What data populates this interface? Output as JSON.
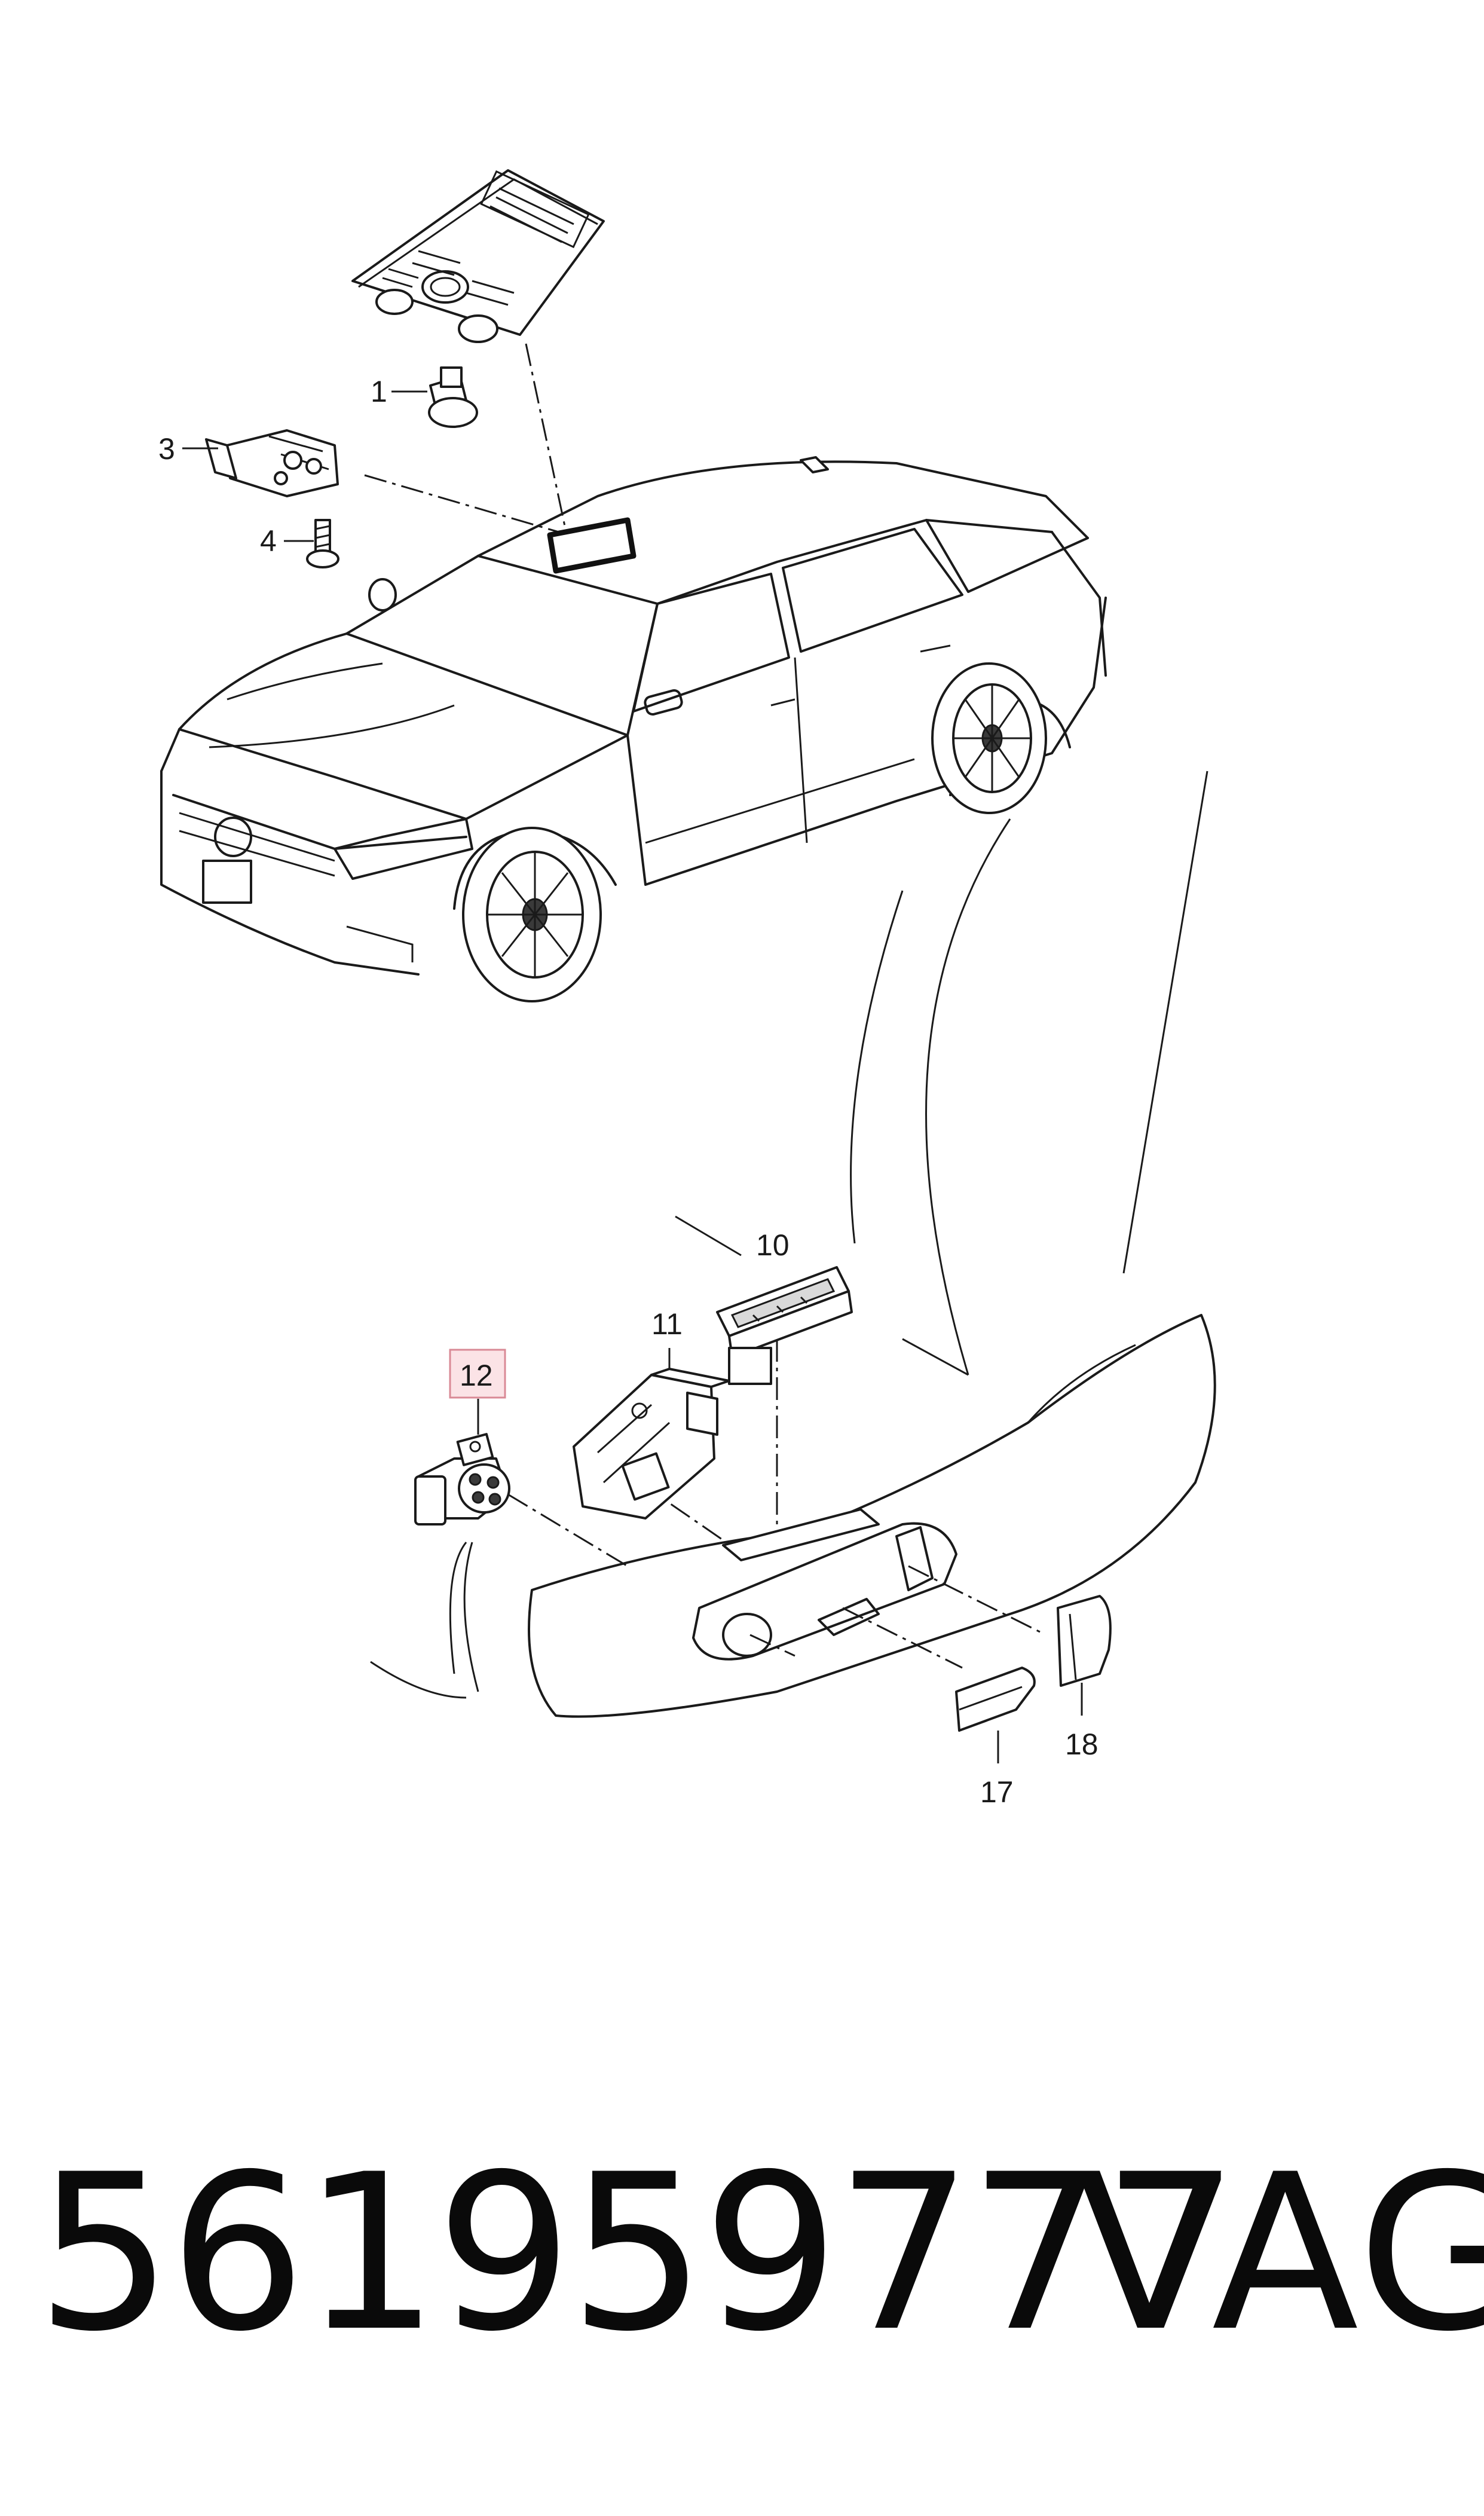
{
  "diagram": {
    "labels": {
      "p1": "1",
      "p3": "3",
      "p4": "4",
      "p10": "10",
      "p11": "11",
      "p12": "12",
      "p17": "17",
      "p18": "18"
    },
    "highlighted_part": "12",
    "highlight_color": "#fbe3e6"
  },
  "footer": {
    "part_number": "561959777",
    "brand": "VAG"
  }
}
